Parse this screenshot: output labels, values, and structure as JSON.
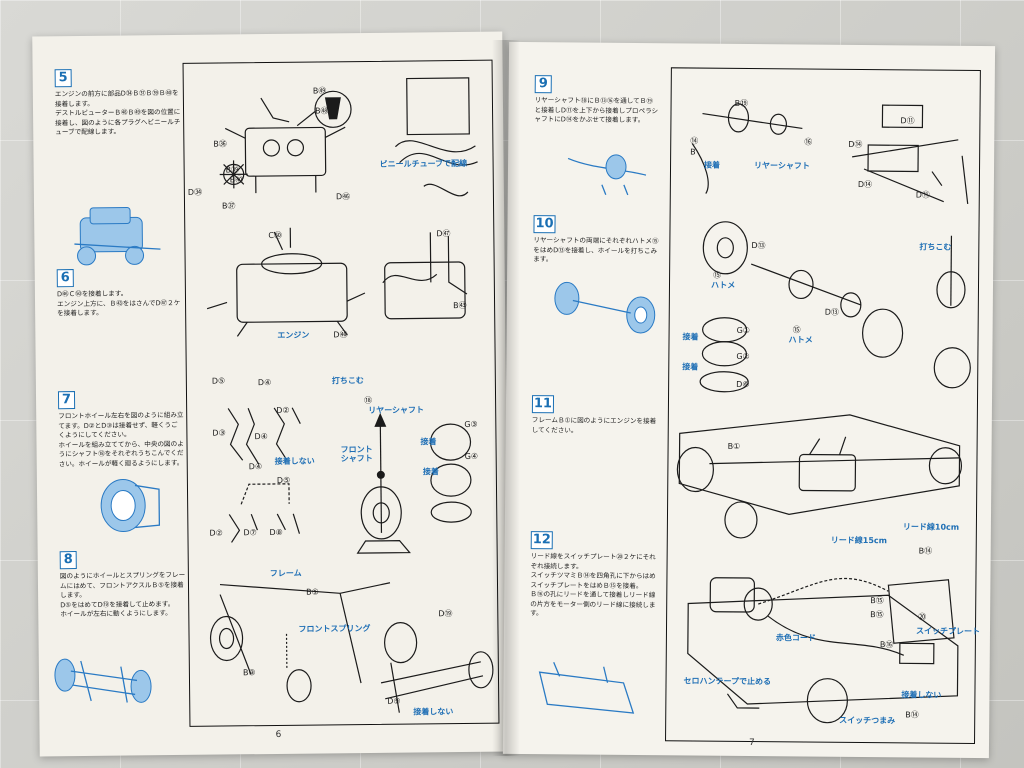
{
  "left_page": {
    "page_number": "6",
    "steps": [
      {
        "number": "5",
        "text": "エンジンの前方に部品D㉞Ｂ㊲Ｂ㊴Ｂ㊵を\n接着します。\nデストルビューターＢ㊽Ｂ㊾を図の位置に\n接着し、図のように各プラグへビニールチ\nューブで配線します。"
      },
      {
        "number": "6",
        "text": "D㊻Ｃ㊿を接着します。\nエンジン上方に、Ｂ㊸をはさんでD㊼２ケ\nを接着します。"
      },
      {
        "number": "7",
        "text": "フロントホイール左右を図のように組み立\nてます。D②とD③は接着せず、軽くうご\nくようにしてください。\nホイールを組み立ててから、中央の図のよ\nうにシャフト⑱をそれぞれうちこんでくだ\nさい。ホイールが軽く廻るようにします。"
      },
      {
        "number": "8",
        "text": "図のようにホイールとスプリングをフレー\nムにはめて、フロントアクスルＢ⑤を接着\nします。\nD⑤をはめてD⑲を接着して止めます。\nホイールが左右に動くようにします。"
      }
    ],
    "labels": {
      "b49": "B㊾",
      "b48": "B㊽",
      "b53": "B㊱",
      "b39": "B㊴",
      "b40": "B㊵",
      "d34": "D㉞",
      "b37": "B㊲",
      "d46a": "D㊻",
      "vinyl_tube": "ビニールチューブで配線",
      "c50": "C㊿",
      "d48": "D㊼",
      "engine": "エンジン",
      "d46b": "D㊻",
      "b43": "B㊸",
      "d5a": "D⑤",
      "d4a": "D④",
      "d2a": "D②",
      "d3": "D③",
      "d4b": "D④",
      "no_glue1": "接着しない",
      "uchikomu": "打ちこむ",
      "shaft18": "⑱",
      "rear_shaft_l": "リヤーシャフト",
      "front_shaft": "フロント\nシャフト",
      "glue1": "接着",
      "g3": "G③",
      "glue2": "接着",
      "g4": "G④",
      "d4c": "D④",
      "d5b": "D⑤",
      "d2b": "D②",
      "d7": "D⑦",
      "d8": "D⑧",
      "frame": "フレーム",
      "b1": "B①",
      "front_spring": "フロントスプリング",
      "b3": "B③",
      "d19": "D⑲",
      "d9": "D⑨",
      "no_glue2": "接着しない"
    }
  },
  "right_page": {
    "page_number": "7",
    "steps": [
      {
        "number": "9",
        "text": "リヤーシャフト⑱にＢ⑬⑯を通してＢ⑲\nと接着しD⑪を上下から接着しプロペラシ\nャフトにD⑭をかぶせて接着します。"
      },
      {
        "number": "10",
        "text": "リヤーシャフトの両端にそれぞれハトメ⑮\nをはめD⑬を接着し、ホイールを打ちこみ\nます。"
      },
      {
        "number": "11",
        "text": "フレームＢ①に図のようにエンジンを接着\nしてください。"
      },
      {
        "number": "12",
        "text": "リード線をスイッチプレート⑳２ケにそれ\nぞれ接続します。\nスイッチツマミＢ⑭を四角孔に下からはめ\nスイッチプレートをはめＢ⑮を接着。\nＢ⑯の孔にリードを通して接着しリード線\nの片方をモーター側のリード線に接続しま\nす。"
      }
    ],
    "labels": {
      "b19": "B⑲",
      "n14": "⑭",
      "n16": "⑯",
      "b_a": "B",
      "glue_r": "接着",
      "rear_shaft": "リヤーシャフト",
      "d11a": "D⑪",
      "d14a": "D⑭",
      "d14b": "D⑭",
      "d11b": "D⑪",
      "d13a": "D⑬",
      "n15a": "⑮",
      "hatome1": "ハトメ",
      "uchikomu_r": "打ちこむ",
      "glue_r2": "接着",
      "g1": "G①",
      "glue_r3": "接着",
      "g2": "G②",
      "d6": "D⑥",
      "n15b": "⑮",
      "hatome2": "ハトメ",
      "d13b": "D⑬",
      "b1r": "B①",
      "lead15": "リード線15cm",
      "lead10": "リード線10cm",
      "b14a": "B⑭",
      "b15a": "B⑮",
      "n20": "⑳",
      "b15b": "B⑮",
      "switch_plate": "スイッチプレート",
      "b16": "B⑯",
      "red_cord": "赤色コード",
      "cello_tape": "セロハンテープで止める",
      "no_glue_r": "接着しない",
      "switch_knob": "スイッチつまみ",
      "b14b": "B⑭"
    }
  },
  "colors": {
    "accent_blue": "#1f6fb5",
    "paper": "#f3f1ea",
    "ink": "#1b1b1b"
  }
}
